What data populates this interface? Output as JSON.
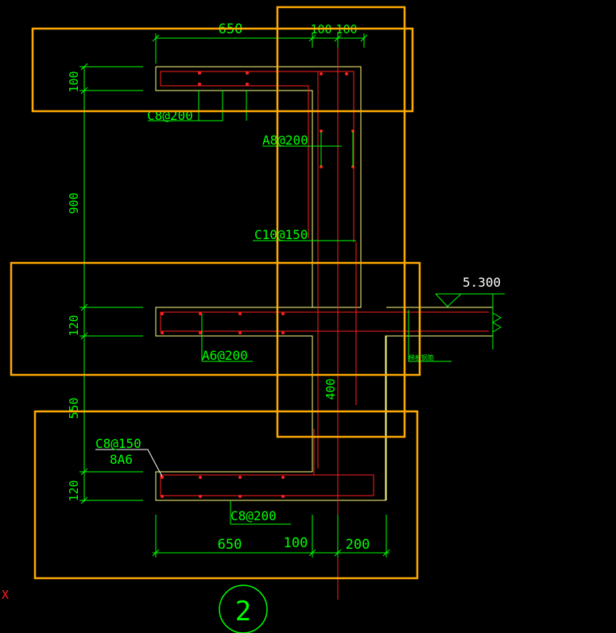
{
  "drawing": {
    "section_number": "2",
    "elevation": "5.300",
    "axis_label": "X",
    "dims_top": {
      "d1": "650",
      "d2": "100",
      "d3": "100"
    },
    "dims_bottom": {
      "d1": "650",
      "d2": "100",
      "d3": "200"
    },
    "dims_left": {
      "top_slab": "100",
      "wall": "900",
      "mid_slab": "120",
      "lower": "550",
      "bottom_slab": "120"
    },
    "dim_wall_thickness": "400",
    "rebar_labels": {
      "top_slab": "C8@200",
      "wall_vertical": "A8@200",
      "wall_horizontal": "C10@150",
      "mid_slab": "A6@200",
      "bottom_top1": "C8@150",
      "bottom_top2": "8A6",
      "bottom_slab": "C8@200",
      "beam_side": "梯板钢筋"
    },
    "colors": {
      "background": "#000000",
      "concrete": "#ffff80",
      "rebar": "#ff2020",
      "dimension": "#00ff00",
      "highlight": "#ffaa00",
      "leader": "#ffffff"
    }
  }
}
